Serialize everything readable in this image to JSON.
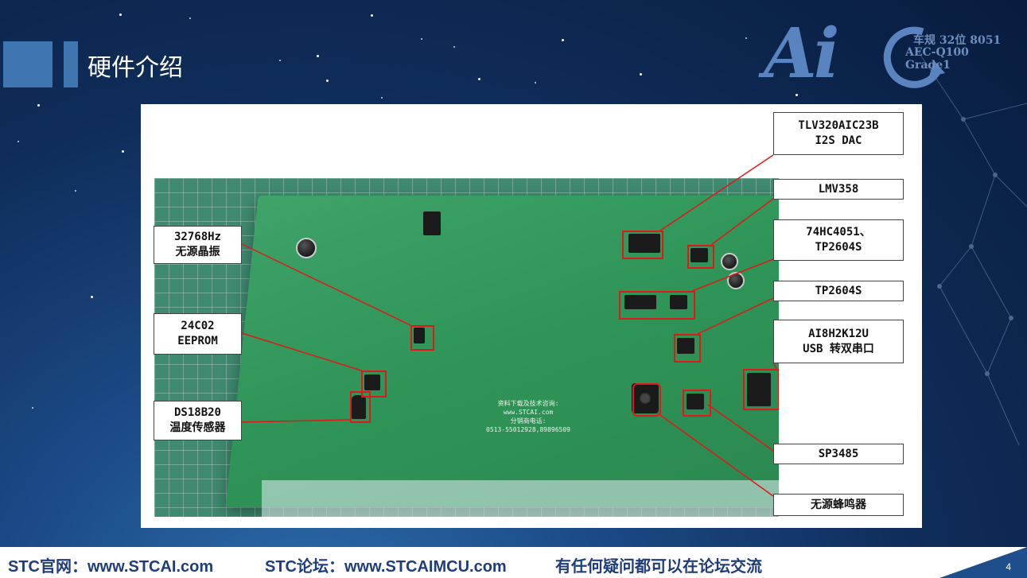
{
  "slide": {
    "title": "硬件介绍",
    "page_number": "4"
  },
  "logo": {
    "mark": "Ai",
    "line1": "车规 32位 8051",
    "line2": "AEC-Q100 Grade1"
  },
  "board_silkscreen": {
    "line1": "资料下载及技术咨询:",
    "line2": "www.STCAI.com",
    "line3": "分销商电话:",
    "line4": "0513-55012928,89896509"
  },
  "labels": {
    "osc": {
      "line1": "32768Hz",
      "line2": "无源晶振"
    },
    "eeprom": {
      "line1": "24C02",
      "line2": "EEPROM"
    },
    "temp": {
      "line1": "DS18B20",
      "line2": "温度传感器"
    },
    "dac": {
      "line1": "TLV320AIC23B",
      "line2": "I2S DAC"
    },
    "opamp": {
      "line1": "LMV358"
    },
    "mux": {
      "line1": "74HC4051、",
      "line2": "TP2604S"
    },
    "tp": {
      "line1": "TP2604S"
    },
    "usb": {
      "line1": "AI8H2K12U",
      "line2": "USB 转双串口"
    },
    "rs485": {
      "line1": "SP3485"
    },
    "buzzer": {
      "line1": "无源蜂鸣器"
    }
  },
  "footer": {
    "site": "STC官网：www.STCAI.com",
    "forum": "STC论坛：www.STCAIMCU.com",
    "note": "有任何疑问都可以在论坛交流"
  },
  "colors": {
    "accent_blue": "#3f76b0",
    "annotation_red": "#e01818",
    "footer_text": "#1f3d7a"
  }
}
